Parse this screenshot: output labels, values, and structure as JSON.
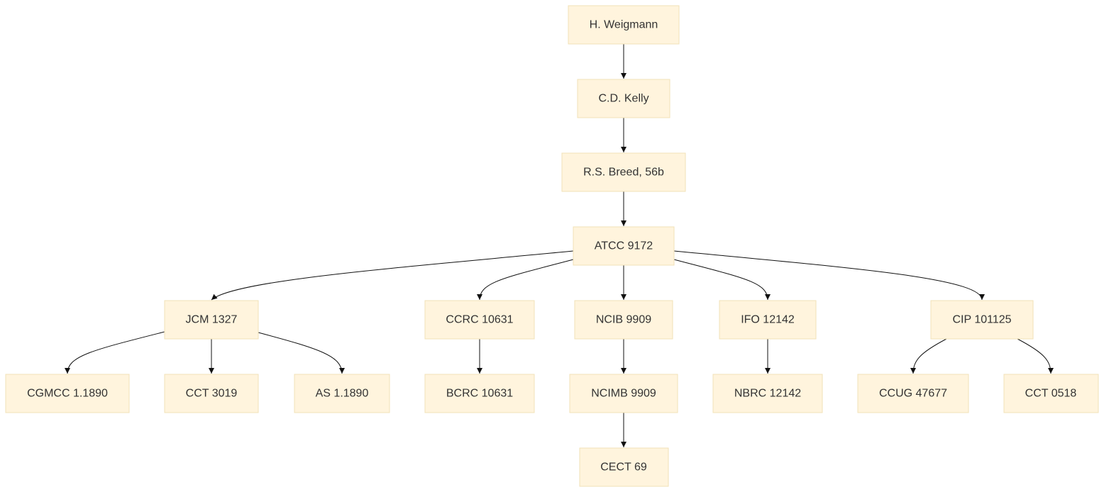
{
  "nodes": {
    "weigmann": "H. Weigmann",
    "kelly": "C.D. Kelly",
    "breed": "R.S. Breed, 56b",
    "atcc": "ATCC 9172",
    "jcm": "JCM 1327",
    "ccrc": "CCRC 10631",
    "ncib": "NCIB 9909",
    "ifo": "IFO 12142",
    "cip": "CIP 101125",
    "cgmcc": "CGMCC 1.1890",
    "cct3019": "CCT 3019",
    "as": "AS 1.1890",
    "bcrc": "BCRC 10631",
    "ncimb": "NCIMB 9909",
    "nbrc": "NBRC 12142",
    "ccug": "CCUG 47677",
    "cct0518": "CCT 0518",
    "cect": "CECT 69"
  },
  "edges": [
    [
      "weigmann",
      "kelly"
    ],
    [
      "kelly",
      "breed"
    ],
    [
      "breed",
      "atcc"
    ],
    [
      "atcc",
      "jcm"
    ],
    [
      "atcc",
      "ccrc"
    ],
    [
      "atcc",
      "ncib"
    ],
    [
      "atcc",
      "ifo"
    ],
    [
      "atcc",
      "cip"
    ],
    [
      "jcm",
      "cgmcc"
    ],
    [
      "jcm",
      "cct3019"
    ],
    [
      "jcm",
      "as"
    ],
    [
      "ccrc",
      "bcrc"
    ],
    [
      "ncib",
      "ncimb"
    ],
    [
      "ncimb",
      "cect"
    ],
    [
      "ifo",
      "nbrc"
    ],
    [
      "cip",
      "ccug"
    ],
    [
      "cip",
      "cct0518"
    ]
  ]
}
